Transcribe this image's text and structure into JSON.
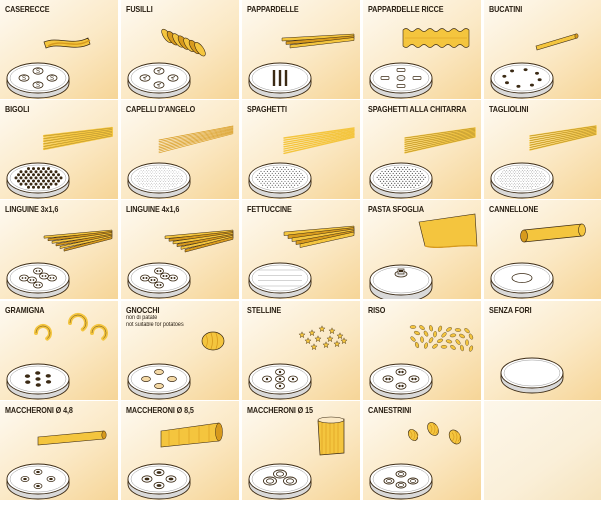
{
  "colors": {
    "pasta": "#f4c53e",
    "pasta_dark": "#d79a1d",
    "outline": "#3b2a14",
    "die_face": "#ffffff",
    "die_rim": "#f0f0f0",
    "background": "#fbe9c6"
  },
  "cells": [
    {
      "id": "caserecce",
      "label": "CASERECCE",
      "icon": "caserecce-pasta-icon",
      "die": "die-disc-icon"
    },
    {
      "id": "fusilli",
      "label": "FUSILLI",
      "icon": "fusilli-pasta-icon",
      "die": "die-disc-icon"
    },
    {
      "id": "pappardelle",
      "label": "PAPPARDELLE",
      "icon": "pappardelle-pasta-icon",
      "die": "die-disc-icon"
    },
    {
      "id": "pappardelle-ricce",
      "label": "PAPPARDELLE RICCE",
      "icon": "pappardelle-ricce-pasta-icon",
      "die": "die-disc-icon"
    },
    {
      "id": "bucatini",
      "label": "BUCATINI",
      "icon": "bucatini-pasta-icon",
      "die": "die-disc-icon"
    },
    {
      "id": "bigoli",
      "label": "BIGOLI",
      "icon": "bigoli-pasta-icon",
      "die": "die-disc-icon"
    },
    {
      "id": "capelli-dangelo",
      "label": "CAPELLI D'ANGELO",
      "icon": "capelli-pasta-icon",
      "die": "die-disc-icon"
    },
    {
      "id": "spaghetti",
      "label": "SPAGHETTI",
      "icon": "spaghetti-pasta-icon",
      "die": "die-disc-icon"
    },
    {
      "id": "spaghetti-chitarra",
      "label": "SPAGHETTI ALLA CHITARRA",
      "icon": "chitarra-pasta-icon",
      "die": "die-disc-icon"
    },
    {
      "id": "tagliolini",
      "label": "TAGLIOLINI",
      "icon": "tagliolini-pasta-icon",
      "die": "die-disc-icon"
    },
    {
      "id": "linguine-3x16",
      "label": "LINGUINE 3x1,6",
      "icon": "linguine-pasta-icon",
      "die": "die-disc-icon"
    },
    {
      "id": "linguine-4x16",
      "label": "LINGUINE 4x1,6",
      "icon": "linguine-pasta-icon",
      "die": "die-disc-icon"
    },
    {
      "id": "fettuccine",
      "label": "FETTUCCINE",
      "icon": "fettuccine-pasta-icon",
      "die": "die-disc-icon"
    },
    {
      "id": "pasta-sfoglia",
      "label": "PASTA SFOGLIA",
      "icon": "pasta-sfoglia-sheet-icon",
      "die": "die-disc-icon"
    },
    {
      "id": "cannellone",
      "label": "CANNELLONE",
      "icon": "cannellone-pasta-icon",
      "die": "die-disc-icon"
    },
    {
      "id": "gramigna",
      "label": "GRAMIGNA",
      "icon": "gramigna-pasta-icon",
      "die": "die-disc-icon"
    },
    {
      "id": "gnocchi",
      "label": "GNOCCHI",
      "icon": "gnocchi-pasta-icon",
      "die": "die-disc-icon",
      "notes": [
        "non di patate",
        "not suitable for potatoes"
      ]
    },
    {
      "id": "stelline",
      "label": "STELLINE",
      "icon": "stelline-pasta-icon",
      "die": "die-disc-icon"
    },
    {
      "id": "riso",
      "label": "RISO",
      "icon": "riso-pasta-icon",
      "die": "die-disc-icon"
    },
    {
      "id": "senza-fori",
      "label": "SENZA FORI",
      "icon": "blank-die-icon",
      "die": "die-disc-icon"
    },
    {
      "id": "maccheroni-48",
      "label": "MACCHERONI Ø 4,8",
      "icon": "maccheroni-pasta-icon",
      "die": "die-disc-icon"
    },
    {
      "id": "maccheroni-85",
      "label": "MACCHERONI Ø 8,5",
      "icon": "maccheroni-pasta-icon",
      "die": "die-disc-icon"
    },
    {
      "id": "maccheroni-15",
      "label": "MACCHERONI Ø 15",
      "icon": "maccheroni-pasta-icon",
      "die": "die-disc-icon"
    },
    {
      "id": "canestrini",
      "label": "CANESTRINI",
      "icon": "canestrini-pasta-icon",
      "die": "die-disc-icon"
    },
    {
      "id": "empty",
      "label": "",
      "icon": "",
      "die": ""
    }
  ]
}
